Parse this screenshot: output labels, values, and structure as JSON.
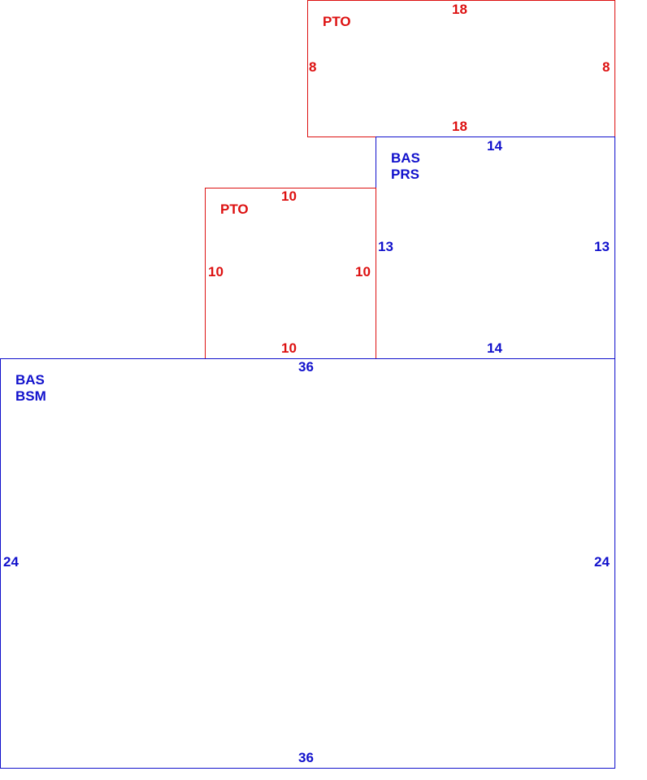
{
  "colors": {
    "pto": "#dd1111",
    "bas": "#1111cc"
  },
  "areas": [
    {
      "label_lines": [
        "PTO"
      ],
      "top": "18",
      "bottom": "18",
      "left": "8",
      "right": "8"
    },
    {
      "label_lines": [
        "BAS",
        "PRS"
      ],
      "top": "14",
      "bottom": "14",
      "left": "13",
      "right": "13"
    },
    {
      "label_lines": [
        "PTO"
      ],
      "top": "10",
      "bottom": "10",
      "left": "10",
      "right": "10"
    },
    {
      "label_lines": [
        "BAS",
        "BSM"
      ],
      "top": "36",
      "bottom": "36",
      "left": "24",
      "right": "24"
    }
  ]
}
